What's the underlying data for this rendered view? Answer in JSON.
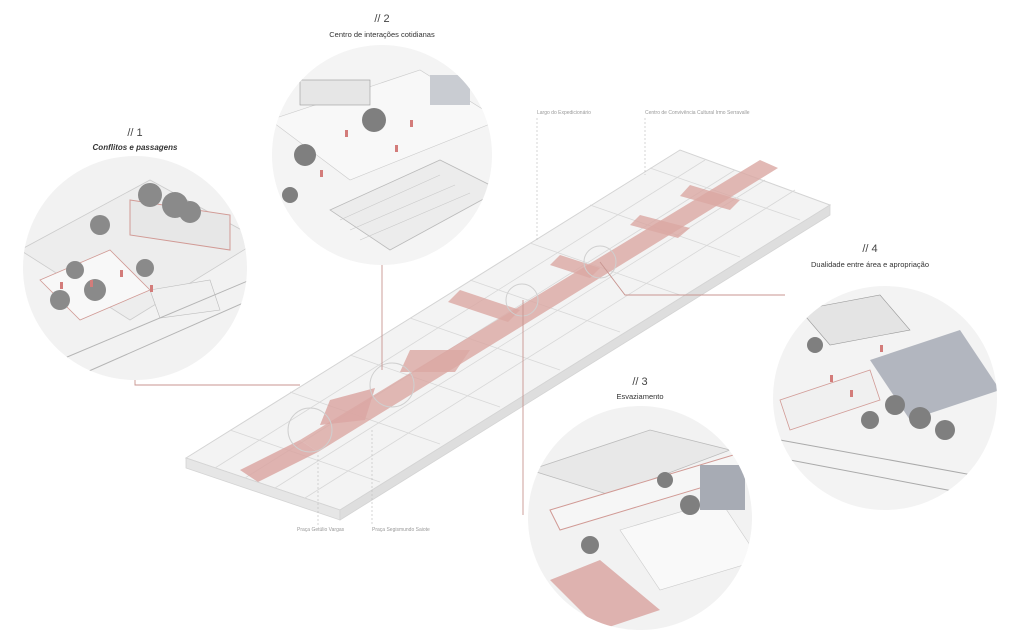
{
  "callouts": [
    {
      "number": "// 1",
      "title": "Conflitos e passagens"
    },
    {
      "number": "// 2",
      "title": "Centro de interações cotidianas"
    },
    {
      "number": "// 3",
      "title": "Esvaziamento"
    },
    {
      "number": "// 4",
      "title": "Dualidade entre área e apropriação"
    }
  ],
  "places": {
    "largo": "Largo do Expedicionário",
    "centro": "Centro de Convivência Cultural Irmo Serravalle",
    "praca_getulio": "Praça Getúlio Vargas",
    "praca_segismundo": "Praça Segismundo Saiote"
  },
  "colors": {
    "accent": "#d9a3a0",
    "line": "#c89590",
    "building": "#f1f1f1",
    "edge": "#cfcfcf"
  }
}
